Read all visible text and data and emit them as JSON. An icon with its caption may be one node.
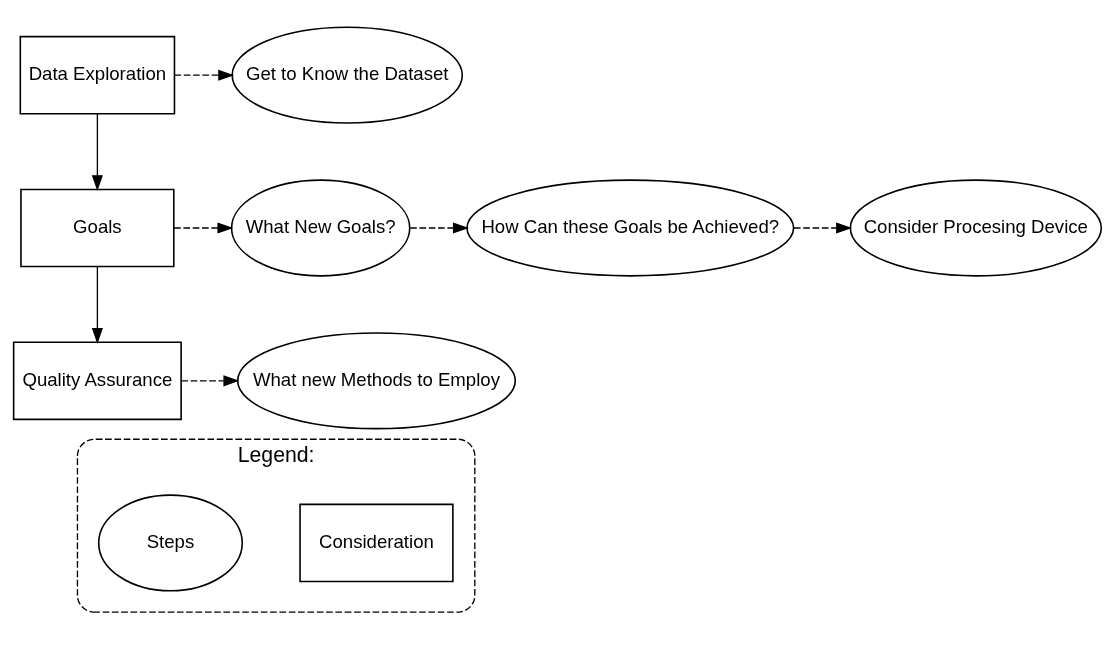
{
  "diagram": {
    "nodes": [
      {
        "text": [
          "Data Exploration"
        ]
      },
      {
        "text": [
          "Get to Know the Dataset"
        ]
      },
      {
        "text": [
          "Goals"
        ]
      },
      {
        "text": [
          "What New Goals?"
        ]
      },
      {
        "text": [
          "How Can these Goals be Achieved?"
        ]
      },
      {
        "text": [
          "Consider Procesing Device"
        ]
      },
      {
        "text": [
          "Quality Assurance"
        ]
      },
      {
        "text": [
          "What new Methods to Employ"
        ]
      },
      {
        "text": [
          "Legend:"
        ]
      },
      {
        "text": [
          "Consideration"
        ],
        "in": 8
      },
      {
        "text": [
          "Steps"
        ],
        "in": 8
      }
    ],
    "edges": [
      {
        "from": 0,
        "to": 1,
        "arrow": "to",
        "style": "dashed"
      },
      {
        "from": 0,
        "to": 2,
        "arrow": "to"
      },
      {
        "from": 2,
        "to": 3,
        "arrow": "to",
        "style": "dashed"
      },
      {
        "from": 3,
        "to": 4,
        "arrow": "to",
        "style": "dashed"
      },
      {
        "from": 4,
        "to": 5,
        "arrow": "to",
        "style": "dashed"
      },
      {
        "from": 2,
        "to": 6,
        "arrow": "to"
      },
      {
        "from": 6,
        "to": 7,
        "arrow": "to",
        "style": "dashed"
      }
    ]
  }
}
